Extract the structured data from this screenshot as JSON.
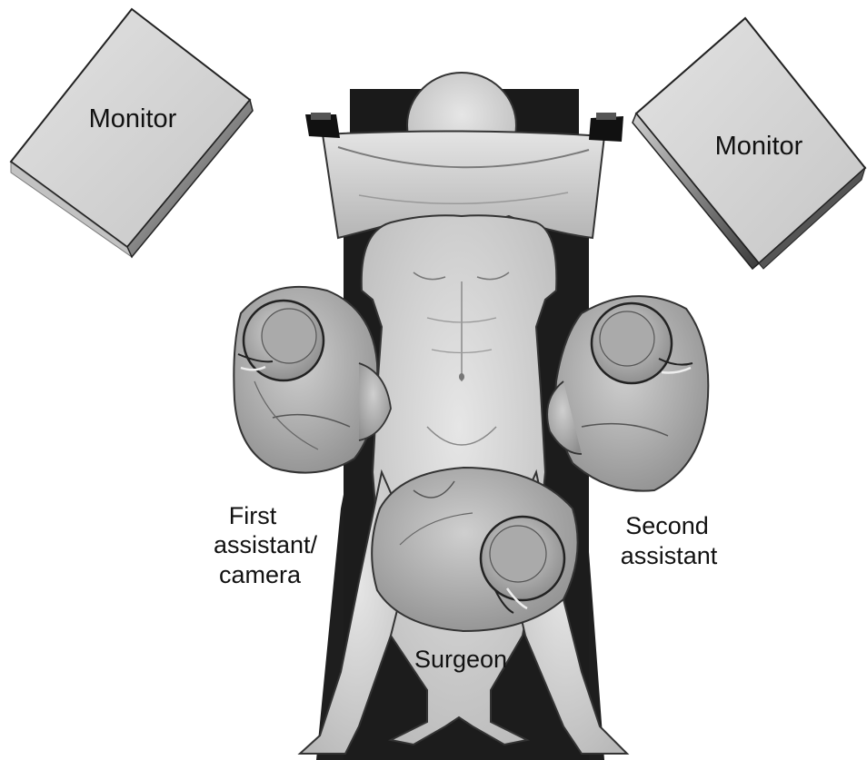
{
  "labels": {
    "monitor_left": "Monitor",
    "monitor_right": "Monitor",
    "first_assistant_line1": "First",
    "first_assistant_line2": "assistant/",
    "first_assistant_line3": "camera",
    "second_assistant_line1": "Second",
    "second_assistant_line2": "assistant",
    "surgeon": "Surgeon"
  }
}
